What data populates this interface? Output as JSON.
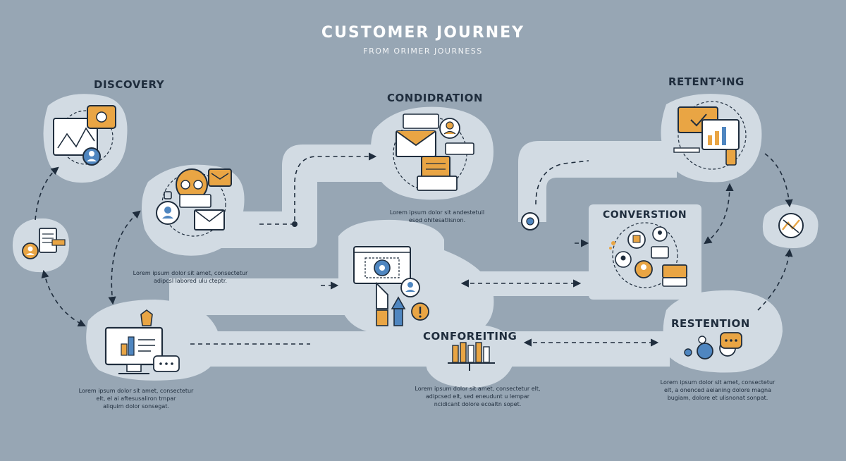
{
  "header": {
    "title": "CUSTOMER JOURNEY",
    "subtitle": "FROM ORIMER JOURNESS"
  },
  "stages": {
    "discovery": "DISCOVERY",
    "consideration": "CONDIDRATION",
    "retention_top": "RETENTᴬING",
    "conversion": "CONVERSTION",
    "comparing": "CONFOREITING",
    "retention": "RESTENTION"
  },
  "captions": {
    "left_mid": [
      "Lorem ipsum dolor sit amet, consectetur",
      "adipcsl labored ulu cteptr."
    ],
    "center_top": [
      "Lorem ipsum dolor sit andestetuil",
      "esod ohitesatlisnon."
    ],
    "bottom_left": [
      "Lorem ipsum dolor sit amet, consectetur",
      "elt, el ai aftesusaliron tmpar",
      "aliquim dolor sonsegat."
    ],
    "bottom_center": [
      "Lorem ipsum dolor sit amet, consectetur elt,",
      "adipcsed elt, sed eneudunt u lempar",
      "ncidicant dolore ecoaltn sopet."
    ],
    "bottom_right": [
      "Lorem ipsum dolor sit amet, consectetur",
      "elt, a onenced aeianing dolore magna",
      "bugiam, dolore et ulisnonat sonpat."
    ]
  },
  "colors": {
    "background": "#97a6b4",
    "blob": "#d2dbe3",
    "accent_orange": "#e9a544",
    "accent_blue": "#4f86c0",
    "ink": "#1f2d3d"
  }
}
